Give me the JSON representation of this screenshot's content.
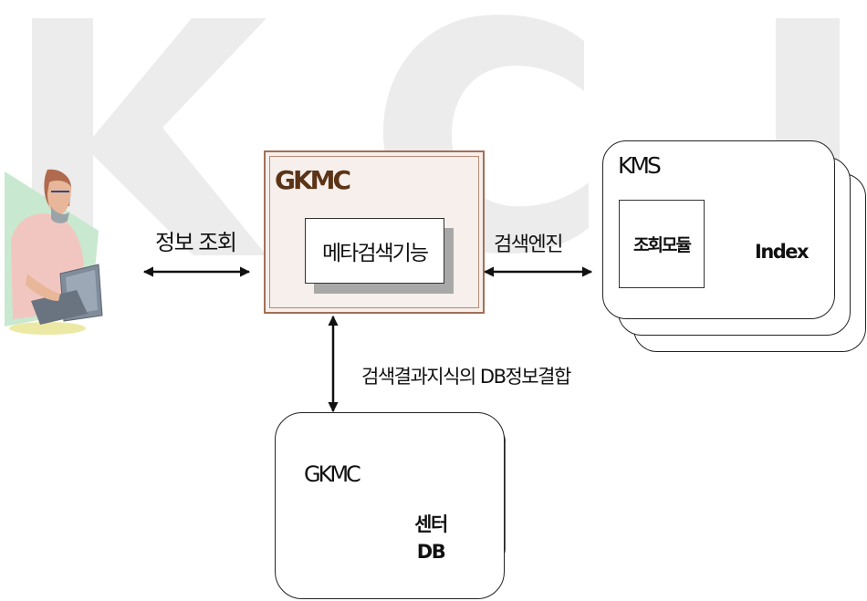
{
  "diagram": {
    "labels": {
      "info_query": "정보 조회",
      "search_engine": "검색엔진",
      "result_combine": "검색결과지식의 DB정보결합"
    },
    "gkmc_main": {
      "title": "GKMC",
      "meta_search": "메타검색기능"
    },
    "kms": {
      "title": "KMS",
      "query_module": "조회모듈",
      "index": "Index"
    },
    "gkmc_bottom": {
      "title": "GKMC",
      "center_db_line1": "센터",
      "center_db_line2": "DB"
    },
    "watermark": "KCI",
    "colors": {
      "gkmc_border": "#a07058",
      "gkmc_fill": "#f6efec",
      "gkmc_title": "#5b3417",
      "watermark": "#ececec"
    }
  }
}
